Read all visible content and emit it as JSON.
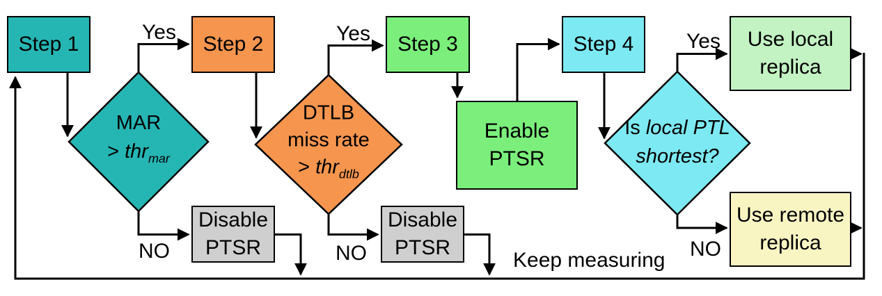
{
  "nodes": {
    "step1": {
      "label": "Step 1",
      "fill": "#25b6b4"
    },
    "step2": {
      "label": "Step 2",
      "fill": "#f6954e"
    },
    "step3": {
      "label": "Step 3",
      "fill": "#7bee7b"
    },
    "step4": {
      "label": "Step 4",
      "fill": "#7de9f2"
    },
    "enable_ptsr": {
      "line1": "Enable",
      "line2": "PTSR",
      "fill": "#7bee7b"
    },
    "disable_ptsr_1": {
      "line1": "Disable",
      "line2": "PTSR",
      "fill": "#cfcfcf"
    },
    "disable_ptsr_2": {
      "line1": "Disable",
      "line2": "PTSR",
      "fill": "#cfcfcf"
    },
    "use_local": {
      "line1": "Use local",
      "line2": "replica",
      "fill": "#c3f2c3"
    },
    "use_remote": {
      "line1": "Use remote",
      "line2": "replica",
      "fill": "#f9f5c3"
    }
  },
  "decisions": {
    "mar": {
      "line1": "MAR",
      "op": ">",
      "var": "thr",
      "sub": "mar",
      "fill": "#25b6b4"
    },
    "dtlb": {
      "line1": "DTLB",
      "line2": "miss rate",
      "op": ">",
      "var": "thr",
      "sub": "dtlb",
      "fill": "#f6954e"
    },
    "ptl": {
      "lead": "Is",
      "line1_italic": "local PTL",
      "line2_italic": "shortest?",
      "fill": "#7de9f2"
    }
  },
  "edge_labels": {
    "yes_mar": "Yes",
    "no_mar": "NO",
    "yes_dtlb": "Yes",
    "no_dtlb": "NO",
    "yes_ptl": "Yes",
    "no_ptl": "NO",
    "keep_measuring": "Keep measuring"
  },
  "colors": {
    "stroke": "#000000",
    "canvas_background": "#ffffff"
  }
}
